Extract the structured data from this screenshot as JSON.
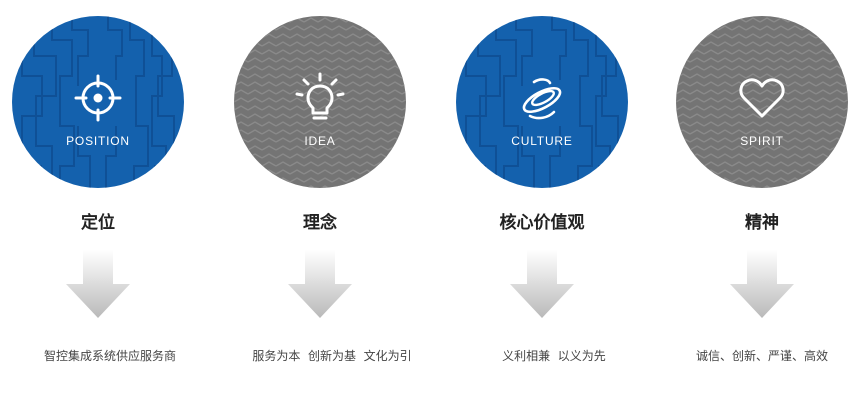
{
  "colors": {
    "blue": "#1461ad",
    "gray": "#7d7d7d",
    "arrow_top": "#ffffff",
    "arrow_bottom": "#b9b9b9",
    "icon": "#ffffff"
  },
  "columns": [
    {
      "english": "POSITION",
      "title": "定位",
      "description": "智控集成系统供应服务商",
      "icon": "target-icon",
      "style": "blue"
    },
    {
      "english": "IDEA",
      "title": "理念",
      "description": "服务为本  创新为基  文化为引",
      "icon": "lightbulb-icon",
      "style": "gray"
    },
    {
      "english": "CULTURE",
      "title": "核心价值观",
      "description": "义利相兼  以义为先",
      "icon": "swirl-icon",
      "style": "blue"
    },
    {
      "english": "SPIRIT",
      "title": "精神",
      "description": "诚信、创新、严谨、高效",
      "icon": "heart-icon",
      "style": "gray"
    }
  ]
}
